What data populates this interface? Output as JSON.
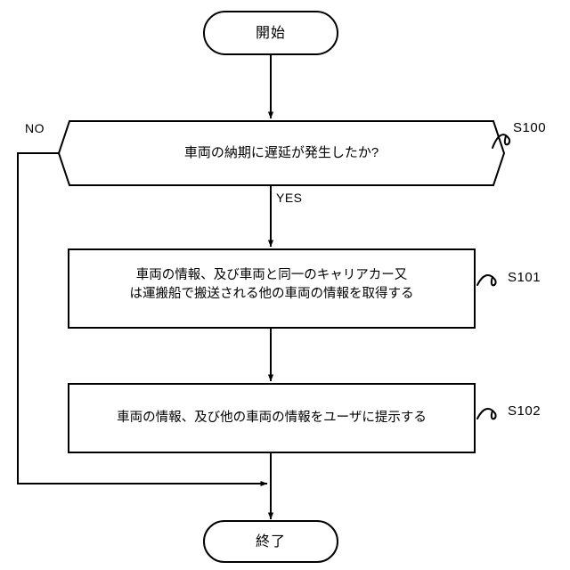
{
  "diagram": {
    "type": "flowchart",
    "language": "ja",
    "nodes": {
      "start": {
        "label": "開始",
        "shape": "stadium"
      },
      "decision": {
        "label": "車両の納期に遅延が発生したか?",
        "shape": "hexagon",
        "step": "S100"
      },
      "process1": {
        "label": "車両の情報、及び車両と同一のキャリアカー又\nは運搬船で搬送される他の車両の情報を取得する",
        "shape": "rectangle",
        "step": "S101"
      },
      "process2": {
        "label": "車両の情報、及び他の車両の情報をユーザに提示する",
        "shape": "rectangle",
        "step": "S102"
      },
      "end": {
        "label": "終了",
        "shape": "stadium"
      }
    },
    "edge_labels": {
      "no": "NO",
      "yes": "YES"
    },
    "step_refs": {
      "s100": "S100",
      "s101": "S101",
      "s102": "S102"
    },
    "colors": {
      "stroke": "#000000",
      "fill": "#ffffff",
      "text": "#000000"
    }
  }
}
